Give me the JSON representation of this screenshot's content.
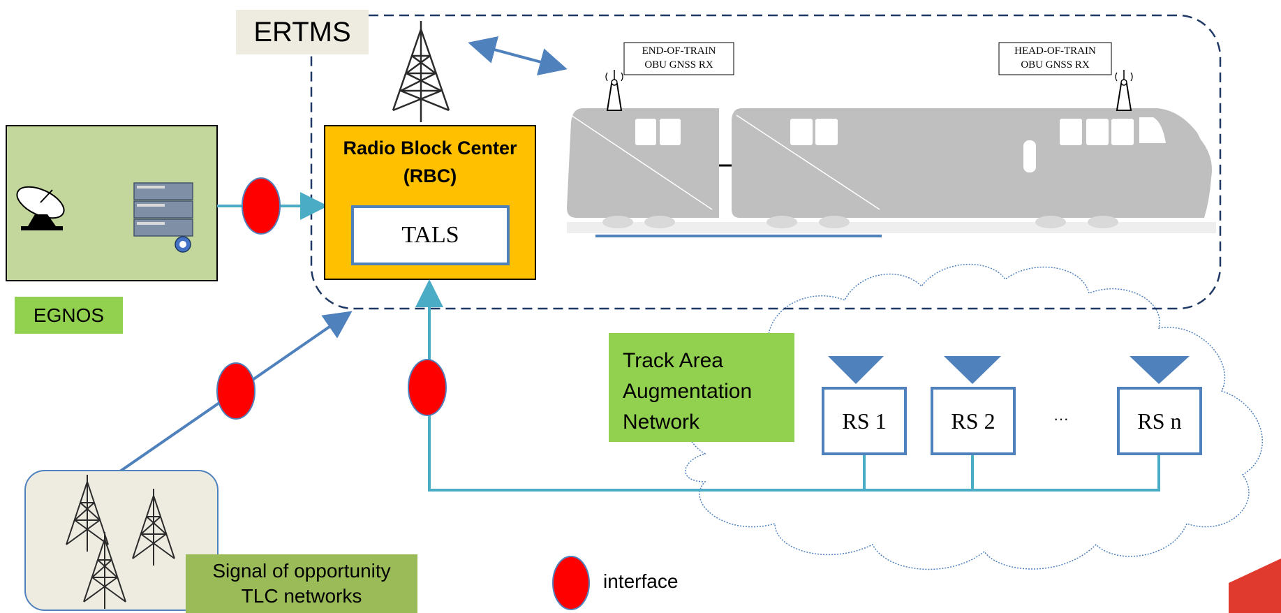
{
  "ertms": {
    "label": "ERTMS"
  },
  "rbc": {
    "title_line1": "Radio Block Center",
    "title_line2": "(RBC)",
    "tals": "TALS"
  },
  "egnos": {
    "label": "EGNOS",
    "icons": [
      "satellite-dish-icon",
      "server-rack-icon"
    ]
  },
  "train": {
    "end_label_line1": "END-OF-TRAIN",
    "end_label_line2": "OBU GNSS RX",
    "head_label_line1": "HEAD-OF-TRAIN",
    "head_label_line2": "OBU GNSS RX"
  },
  "track_area": {
    "line1": "Track Area",
    "line2": "Augmentation",
    "line3": "Network"
  },
  "stations": [
    "RS 1",
    "RS 2",
    "RS n"
  ],
  "ellipsis": "···",
  "signal": {
    "line1": "Signal of opportunity",
    "line2": "TLC networks"
  },
  "legend": {
    "interface": "interface"
  },
  "colors": {
    "rbc_fill": "#ffc000",
    "egnos_fill": "#c3d69b",
    "green_label": "#92d050",
    "olive_label": "#9bbb59",
    "interface_red": "#ff0000",
    "link_blue": "#4bacc6",
    "arrow_blue": "#4f81bd",
    "train_gray": "#bfbfbf",
    "ertms_border": "#1f3864"
  }
}
